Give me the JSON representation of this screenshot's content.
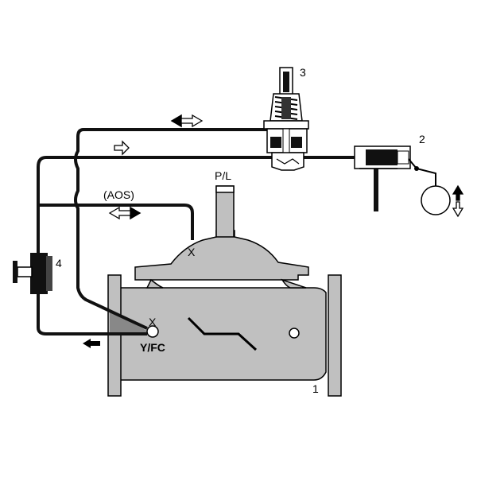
{
  "colors": {
    "body": "#c0c0c0",
    "line": "#000000",
    "pipe": "#111111",
    "bg": "#ffffff"
  },
  "labels": {
    "pilot_number": "3",
    "float_number": "2",
    "cock_number": "4",
    "valve_number": "1",
    "pl": "P/L",
    "aos": "(AOS)",
    "x_top": "X",
    "x_port": "X",
    "yfc": "Y/FC"
  },
  "icons": {
    "bidirectional_top": "bidirectional-arrow-icon",
    "flow_right": "outline-arrow-right-icon",
    "bidirectional_aos": "bidirectional-arrow-icon",
    "drain_left": "arrow-left-icon",
    "float_updown": "up-down-arrow-icon"
  }
}
